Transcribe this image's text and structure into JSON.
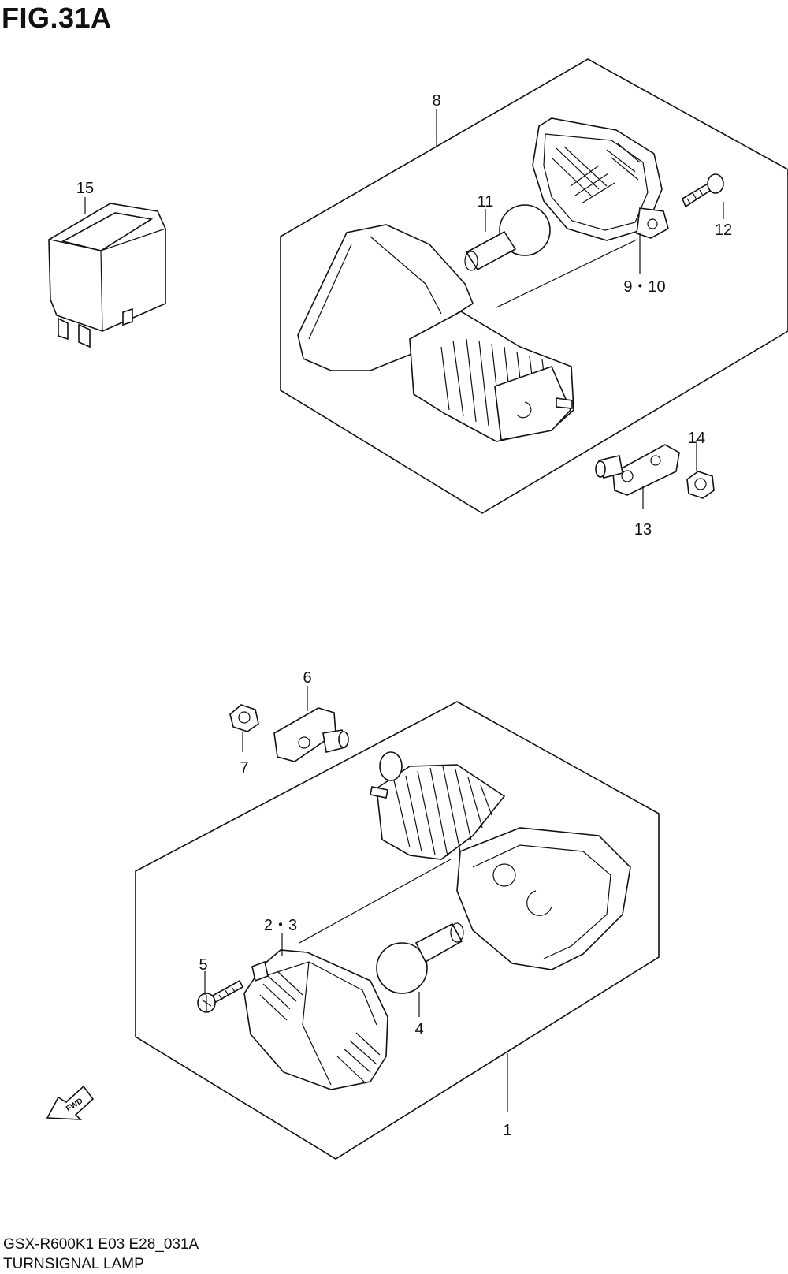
{
  "figure": {
    "title": "FIG.31A",
    "model_code": "GSX-R600K1 E03 E28_031A",
    "name": "TURNSIGNAL LAMP"
  },
  "callouts": {
    "c1": "1",
    "c2_3": "2・3",
    "c4": "4",
    "c5": "5",
    "c6": "6",
    "c7": "7",
    "c8": "8",
    "c9_10": "9・10",
    "c11": "11",
    "c12": "12",
    "c13": "13",
    "c14": "14",
    "c15": "15"
  },
  "arrow": {
    "label": "FWD"
  }
}
